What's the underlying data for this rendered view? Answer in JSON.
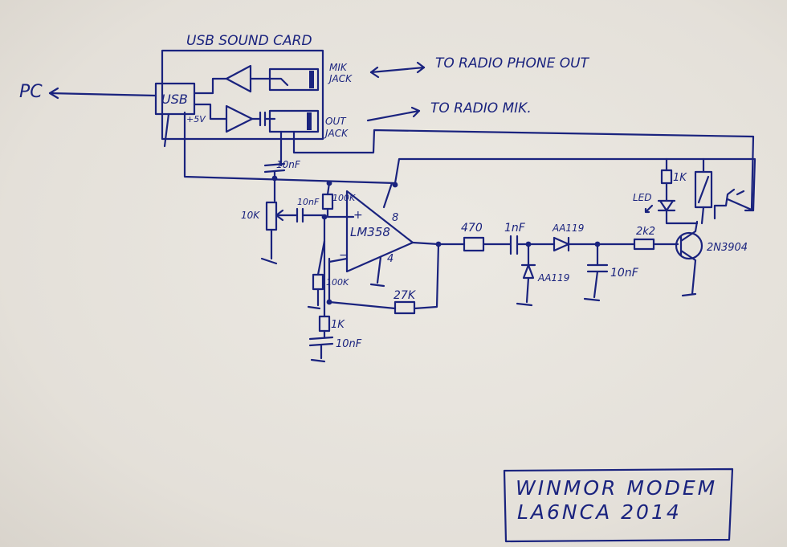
{
  "card": {
    "title": "USB SOUND CARD",
    "usb": "USB",
    "plus5v": "+5V",
    "mic_jack_1": "MIK",
    "mic_jack_2": "JACK",
    "out_jack_1": "OUT",
    "out_jack_2": "JACK"
  },
  "pc": "PC",
  "notes": {
    "to_phone": "TO RADIO PHONE OUT",
    "to_mic": "TO RADIO MIK."
  },
  "components": {
    "cap_top": "10nF",
    "pot": "10K",
    "cap_in": "10nF",
    "r_top": "100K",
    "r_bot": "100K",
    "r_1k_low": "1K",
    "cap_low": "10nF",
    "opamp": "LM358",
    "pin8": "8",
    "pin4": "4",
    "plus": "+",
    "minus": "−",
    "r_fb": "27K",
    "r_470": "470",
    "cap_1n": "1nF",
    "diode1": "AA119",
    "diode2": "AA119",
    "cap_10n": "10nF",
    "r_2k2": "2k2",
    "transistor": "2N3904",
    "r_1k_led": "1K",
    "led": "LED"
  },
  "title_box": {
    "line1": "WINMOR MODEM",
    "line2": "LA6NCA 2014"
  }
}
